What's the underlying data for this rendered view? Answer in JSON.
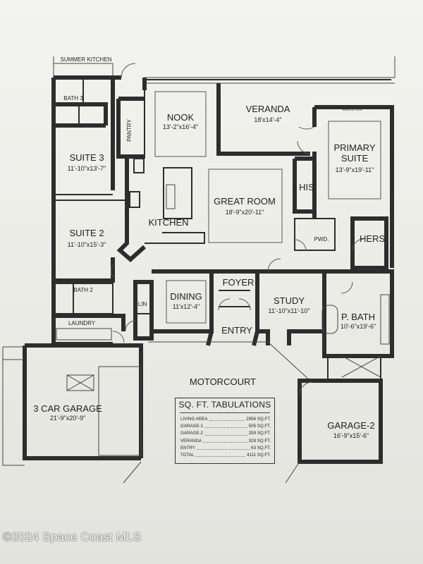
{
  "rooms": {
    "summer_kitchen": {
      "name": "SUMMER KITCHEN"
    },
    "bath3": {
      "name": "BATH 3"
    },
    "pantry": {
      "name": "PANTRY"
    },
    "nook": {
      "name": "NOOK",
      "dim": "13'-2\"x16'-4\""
    },
    "veranda": {
      "name": "VERANDA",
      "dim": "18'x14'-4\""
    },
    "window_seat": {
      "name": "WINDOW SEAT"
    },
    "primary_suite": {
      "name1": "PRIMARY",
      "name2": "SUITE",
      "dim": "13'-9\"x19'-11\""
    },
    "suite3": {
      "name": "SUITE 3",
      "dim": "11'-10\"x13'-7\""
    },
    "great_room": {
      "name": "GREAT ROOM",
      "dim": "18'-9\"x20'-11\""
    },
    "his": {
      "name": "HIS"
    },
    "kitchen": {
      "name": "KITCHEN"
    },
    "suite2": {
      "name": "SUITE 2",
      "dim": "11'-10\"x15'-3\""
    },
    "pwd": {
      "name": "PWD."
    },
    "hers": {
      "name": "HERS"
    },
    "dining": {
      "name": "DINING",
      "dim": "11'x12'-4\""
    },
    "foyer": {
      "name": "FOYER"
    },
    "study": {
      "name": "STUDY",
      "dim": "11'-10\"x11'-10\""
    },
    "bath2": {
      "name": "BATH 2"
    },
    "lin": {
      "name": "LIN"
    },
    "p_bath": {
      "name": "P. BATH",
      "dim": "10'-6\"x19'-6\""
    },
    "entry": {
      "name": "ENTRY"
    },
    "laundry": {
      "name": "LAUNDRY"
    },
    "garage3": {
      "name": "3 CAR GARAGE",
      "dim": "21'-9\"x20'-9\""
    },
    "motorcourt": {
      "name": "MOTORCOURT"
    },
    "garage2": {
      "name": "GARAGE-2",
      "dim": "16'-9\"x15'-6\""
    }
  },
  "tabulations": {
    "title": "SQ. FT. TABULATIONS",
    "rows": [
      {
        "label": "LIVING AREA",
        "value": "2956 SQ.FT."
      },
      {
        "label": "GARAGE-1",
        "value": "505 SQ.FT."
      },
      {
        "label": "GARAGE-2",
        "value": "259 SQ.FT."
      },
      {
        "label": "VERANDA",
        "value": "328 SQ.FT."
      },
      {
        "label": "ENTRY",
        "value": "63 SQ.FT."
      },
      {
        "label": "TOTAL",
        "value": "4111 SQ.FT."
      }
    ]
  },
  "watermark": "©2024 Space Coast MLS"
}
